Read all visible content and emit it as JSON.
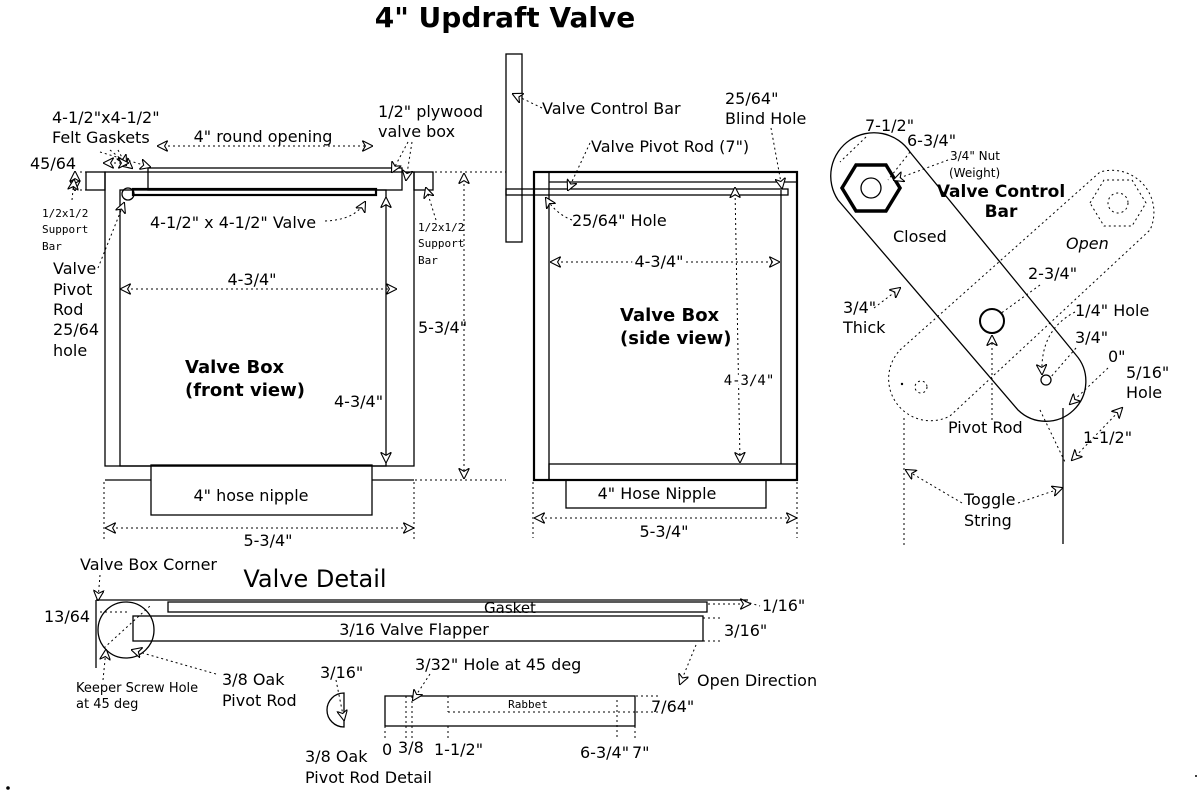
{
  "title": "4\" Updraft Valve",
  "front": {
    "felt_gaskets": [
      "4-1/2\"x4-1/2\"",
      "Felt Gaskets"
    ],
    "round_opening": "4\" round opening",
    "plywood_box": [
      "1/2\" plywood",
      "valve box"
    ],
    "dim_45_64": "45/64",
    "support_bar_left": [
      "1/2x1/2",
      "Support",
      "Bar"
    ],
    "support_bar_right": [
      "1/2x1/2",
      "Support",
      "Bar"
    ],
    "valve": "4-1/2\" x 4-1/2\" Valve",
    "pivot_rod": [
      "Valve",
      "Pivot",
      "Rod",
      "25/64",
      "hole"
    ],
    "width_inner": "4-3/4\"",
    "height_outer": "5-3/4\"",
    "height_inner": "4-3/4\"",
    "name": [
      "Valve Box",
      "(front view)"
    ],
    "hose_nipple": "4\" hose nipple",
    "width_outer": "5-3/4\""
  },
  "side": {
    "control_bar": "Valve Control Bar",
    "blind_hole": [
      "25/64\"",
      "Blind Hole"
    ],
    "pivot_rod": "Valve Pivot Rod (7\")",
    "hole": "25/64\" Hole",
    "width_inner": "4-3/4\"",
    "name": [
      "Valve Box",
      "(side view)"
    ],
    "height_inner": "4-3/4\"",
    "hose_nipple": "4\" Hose Nipple",
    "width_outer": "5-3/4\""
  },
  "control": {
    "dim_7_1_2": "7-1/2\"",
    "dim_6_3_4": "6-3/4\"",
    "nut": [
      "3/4\" Nut",
      "(Weight)"
    ],
    "title": [
      "Valve Control",
      "Bar"
    ],
    "closed": "Closed",
    "open": "Open",
    "dim_2_3_4": "2-3/4\"",
    "quarter_hole": "1/4\" Hole",
    "thick": [
      "3/4\"",
      "Thick"
    ],
    "dim_3_4": "3/4\"",
    "dim_0": "0\"",
    "five_16_hole": [
      "5/16\"",
      "Hole"
    ],
    "pivot_rod": "Pivot Rod",
    "dim_1_1_2": "1-1/2\"",
    "toggle": [
      "Toggle",
      "String"
    ]
  },
  "detail": {
    "box_corner": "Valve Box Corner",
    "title": "Valve Detail",
    "dim_13_64": "13/64",
    "gasket": "Gasket",
    "dim_1_16": "1/16\"",
    "flapper": "3/16 Valve Flapper",
    "dim_3_16": "3/16\"",
    "keeper": [
      "Keeper Screw Hole",
      "at 45 deg"
    ],
    "oak_rod": [
      "3/8 Oak",
      "Pivot Rod"
    ],
    "dim_3_16_small": "3/16\"",
    "hole_45": "3/32\" Hole at 45 deg",
    "open_direction": "Open Direction",
    "rabbet": "Rabbet",
    "dim_7_64": "7/64\"",
    "ticks": [
      "0",
      "3/8",
      "1-1/2\"",
      "6-3/4\"",
      "7\""
    ],
    "rod_detail": [
      "3/8 Oak",
      "Pivot Rod Detail"
    ]
  }
}
